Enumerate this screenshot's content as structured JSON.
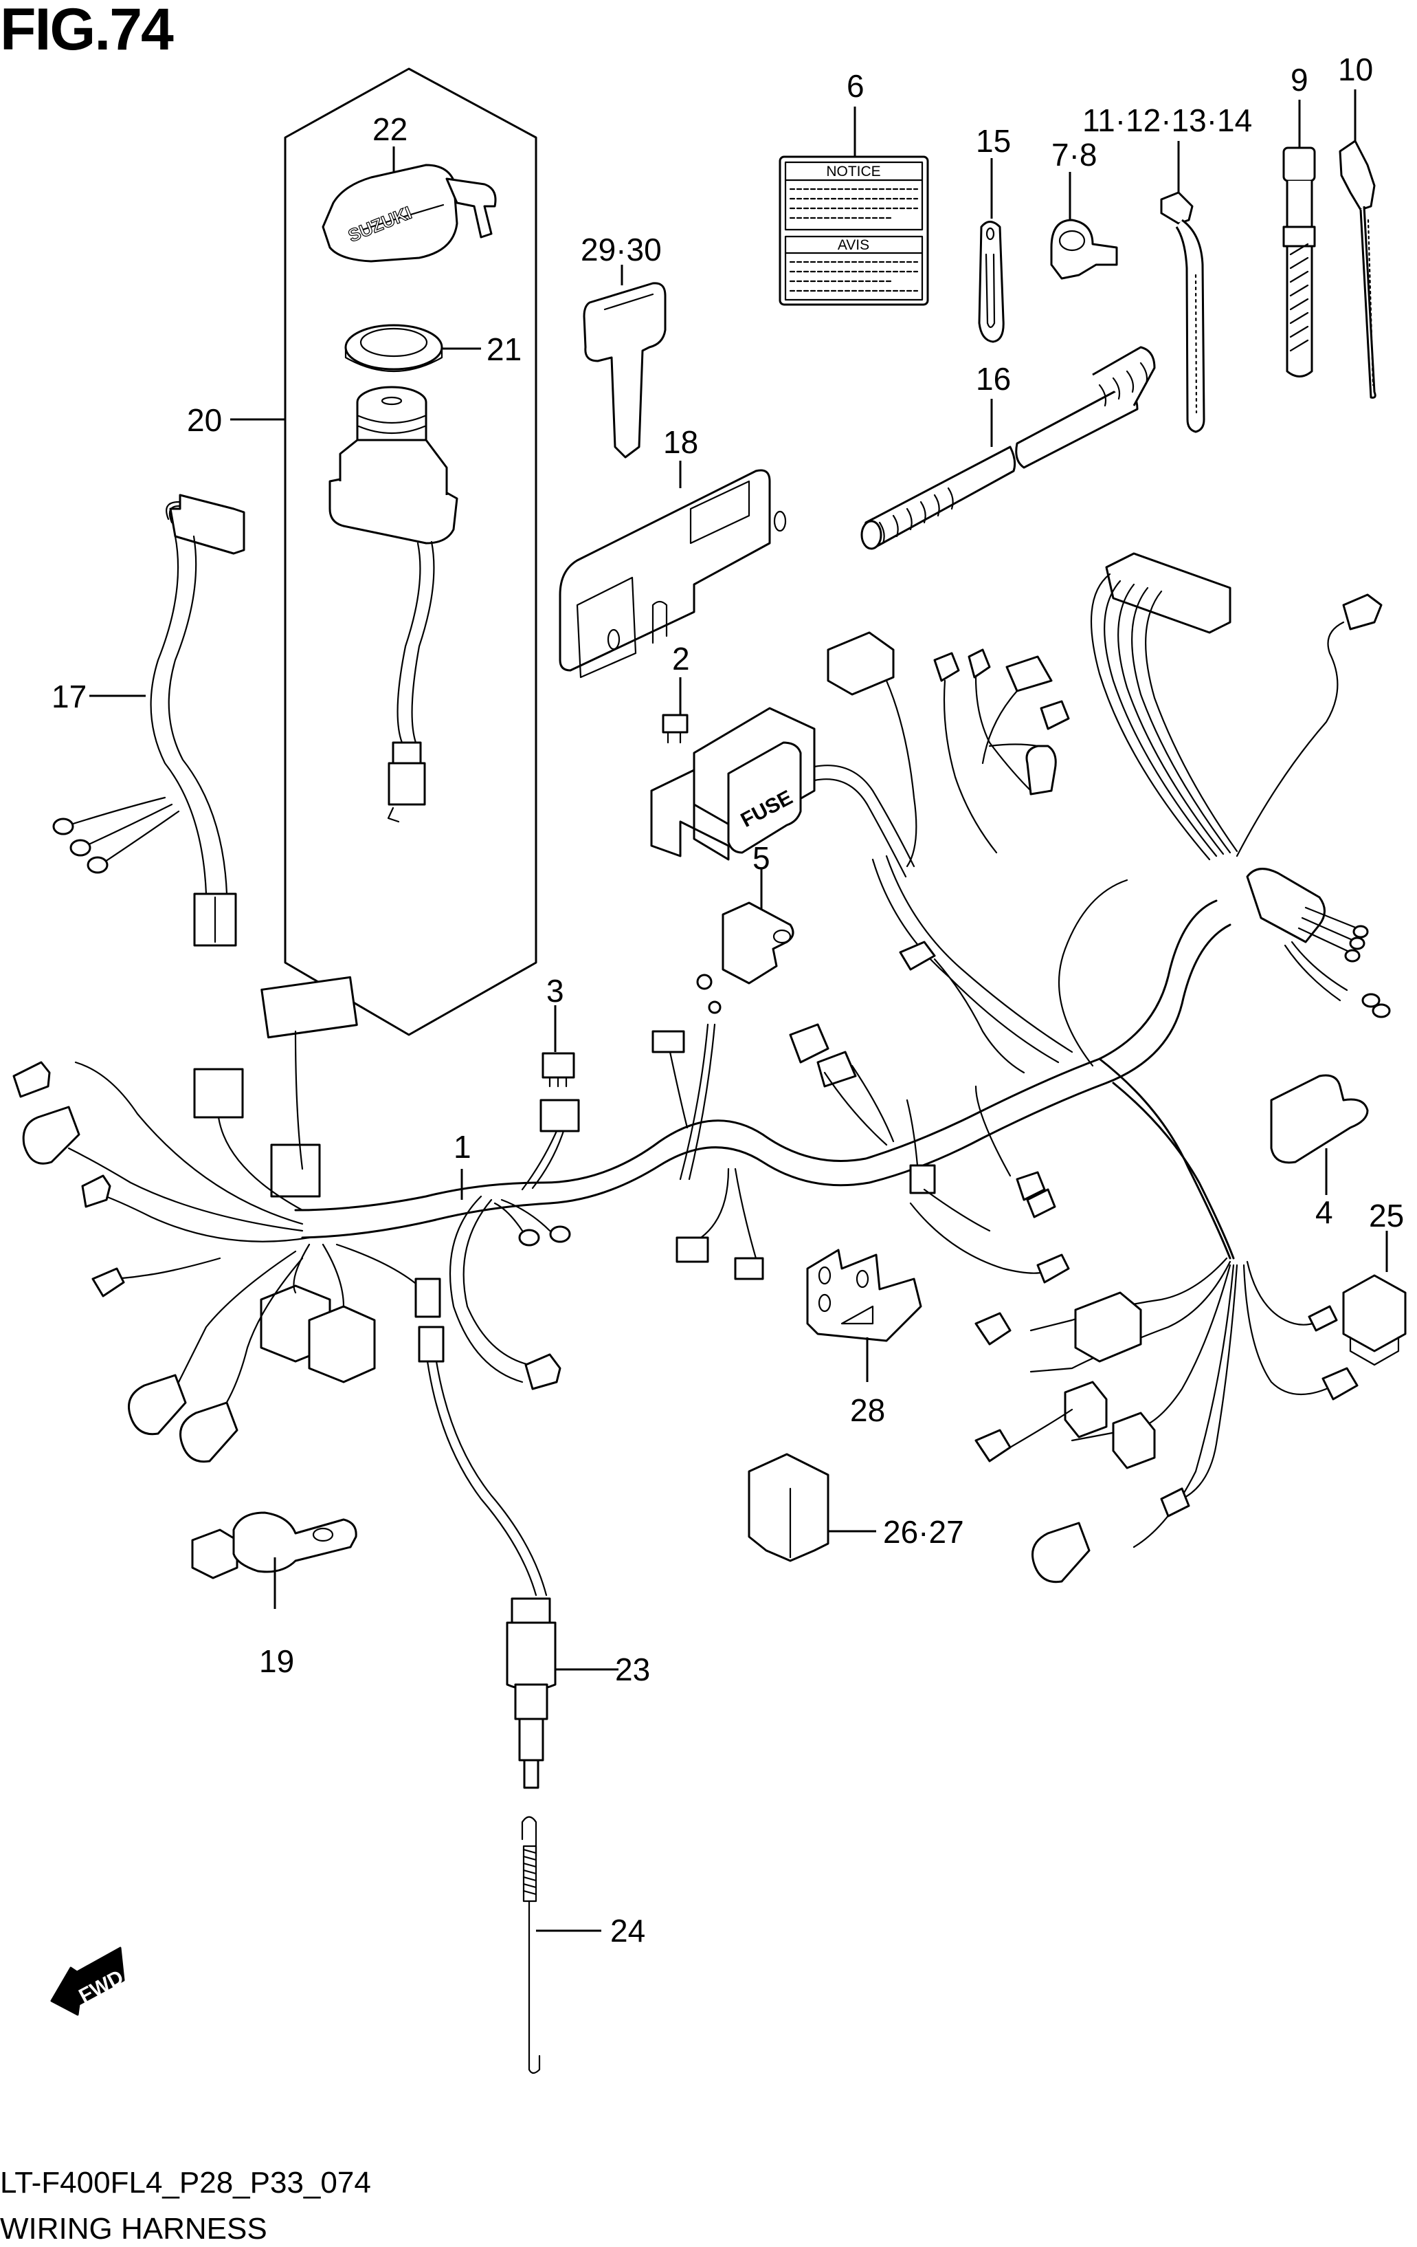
{
  "figure": {
    "title": "FIG.74",
    "model_code": "LT-F400FL4_P28_P33_074",
    "name": "WIRING HARNESS"
  },
  "callouts": {
    "c1": "1",
    "c2": "2",
    "c3": "3",
    "c4": "4",
    "c5": "5",
    "c6": "6",
    "c7_8": "7·8",
    "c9": "9",
    "c10": "10",
    "c11_14": "11·12·13·14",
    "c15": "15",
    "c16": "16",
    "c17": "17",
    "c18": "18",
    "c19": "19",
    "c20": "20",
    "c21": "21",
    "c22": "22",
    "c23": "23",
    "c24": "24",
    "c25": "25",
    "c26_27": "26·27",
    "c28": "28",
    "c29_30": "29·30"
  },
  "part_text": {
    "notice_heading": "NOTICE",
    "avis_heading": "AVIS",
    "fuse_label": "FUSE",
    "key_brand": "SUZUKI",
    "direction_arrow": "FWD"
  },
  "icons": {
    "direction": "fwd-arrow-icon"
  },
  "colors": {
    "ink": "#000000",
    "paper": "#ffffff"
  }
}
